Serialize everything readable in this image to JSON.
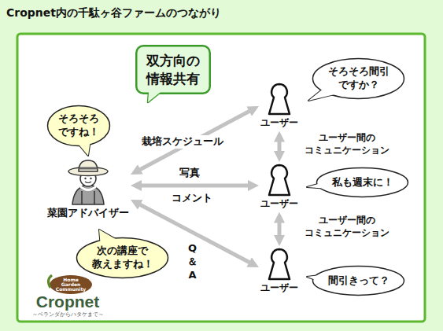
{
  "diagram": {
    "title": "Cropnet内の千駄ヶ谷ファームのつながり",
    "nodes": [
      {
        "text": [
          "双方向の 情報共有"
        ]
      },
      {
        "text": [
          "そろそろ間引 ですか？"
        ]
      },
      {
        "text": [
          "そろそろ ですね！"
        ]
      },
      {
        "text": [
          "ユーザー"
        ]
      },
      {
        "text": [
          "菜園アドバイザー"
        ]
      },
      {
        "text": [
          "私も週末に！"
        ]
      },
      {
        "text": [
          "ユーザー"
        ]
      },
      {
        "text": [
          "次の講座で 教えますね！"
        ]
      },
      {
        "text": [
          "ユーザー"
        ]
      },
      {
        "text": [
          "間引きって？"
        ]
      }
    ],
    "edges": [
      {
        "from": 4,
        "to": 3,
        "arrow": "both",
        "label": "栽培スケジュール"
      },
      {
        "from": 4,
        "to": 6,
        "arrow": "both",
        "label": "写真"
      },
      {
        "from": 4,
        "to": 8,
        "arrow": "both",
        "label": "Q＆A"
      },
      {
        "from": 3,
        "to": 6,
        "arrow": "both",
        "label": "ユーザー間の コミュニケーション"
      },
      {
        "from": 6,
        "to": 8,
        "arrow": "both",
        "label": "ユーザー間の コミュニケーション"
      }
    ],
    "labels": [
      "コメント",
      "Home Garden Community",
      "Cropnet",
      "～ベランダからハタケまで～"
    ]
  }
}
